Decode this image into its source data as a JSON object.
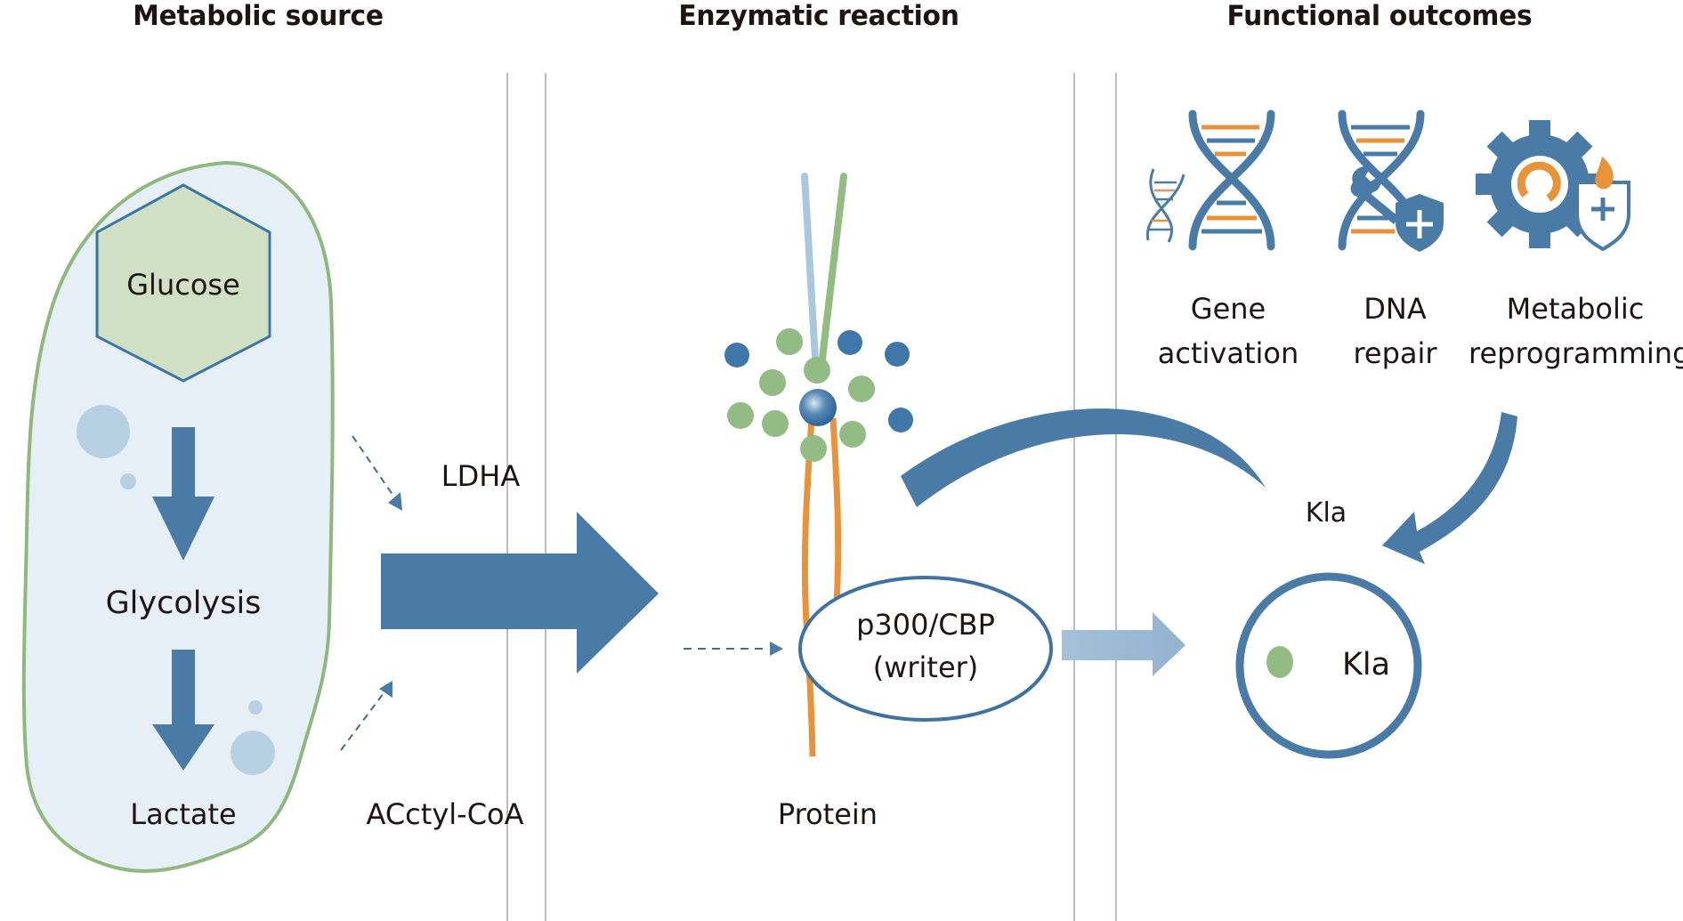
{
  "columns": {
    "source": {
      "title": "Metabolic source"
    },
    "reaction": {
      "title": "Enzymatic reaction"
    },
    "outcomes": {
      "title": "Functional outcomes"
    }
  },
  "source": {
    "glucose": "Glucose",
    "glycolysis": "Glycolysis",
    "lactate": "Lactate"
  },
  "inputs": {
    "ldha": "LDHA",
    "acetyl_coa": "ACctyl-CoA"
  },
  "reaction": {
    "writer_line1": "p300/CBP",
    "writer_line2": "(writer)",
    "protein": "Protein"
  },
  "outcomes": {
    "items": [
      {
        "line1": "Gene",
        "line2": "activation",
        "icon": "dna-helix-icon"
      },
      {
        "line1": "DNA",
        "line2": "repair",
        "icon": "dna-repair-icon"
      },
      {
        "line1": "Metabolic",
        "line2": "reprogramming",
        "icon": "gear-shield-icon"
      }
    ],
    "kla_feedback": "Kla",
    "kla_node": "Kla"
  },
  "colors": {
    "primary_blue": "#4a7ba6",
    "light_blue": "#9dbad3",
    "cell_fill": "#e6eff6",
    "cell_border": "#8fb77e",
    "hexagon_fill": "#cfe0c5",
    "green_dot": "#93bb84",
    "orange": "#e8923a",
    "divider": "#bdbdbd"
  }
}
